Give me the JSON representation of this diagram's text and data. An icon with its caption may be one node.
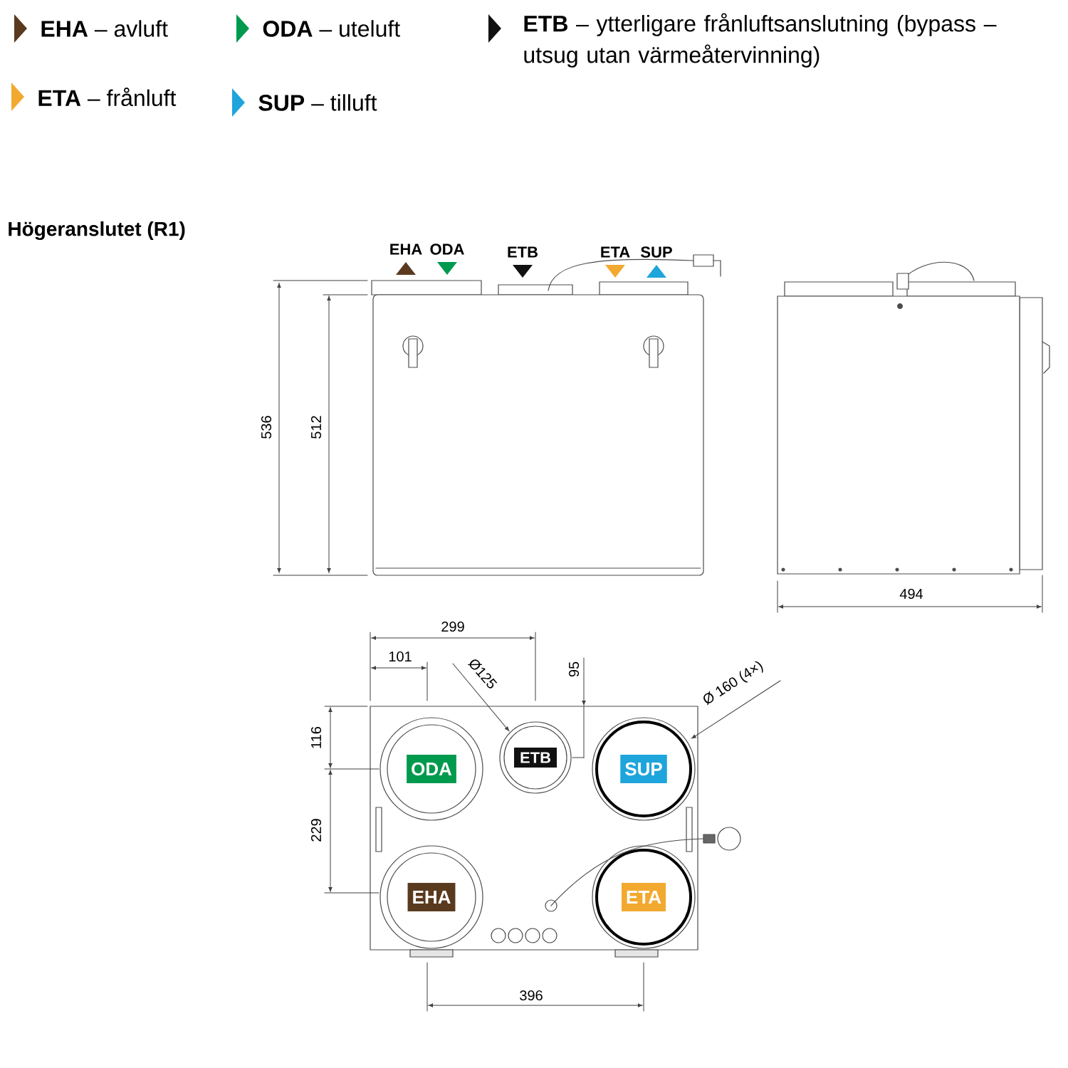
{
  "diagram": {
    "title": "Högeranslutet (R1)",
    "nodes": [
      {
        "text": [
          "ODA"
        ]
      },
      {
        "text": [
          "ETB"
        ]
      },
      {
        "text": [
          "SUP"
        ]
      },
      {
        "text": [
          "EHA"
        ]
      },
      {
        "text": [
          "ETA"
        ]
      }
    ],
    "labels": [
      "EHA",
      "ODA",
      "ETB",
      "ETA",
      "SUP",
      "536",
      "512",
      "494",
      "299",
      "101",
      "Ø125",
      "95",
      "Ø 160 (4×)",
      "116",
      "229",
      "396"
    ],
    "legend": [
      {
        "text": "**EHA** –  avluft",
        "color": "#5a3a1e"
      },
      {
        "text": "**ODA** – uteluft",
        "color": "#009a4e"
      },
      {
        "text": "**ETB** – ytterligare frånluftsanslutning (bypass – utsug utan värmeåtervinning)",
        "color": "#111111"
      },
      {
        "text": "**ETA** – frånluft",
        "color": "#f2a930"
      },
      {
        "text": "**SUP** – tilluft",
        "color": "#1ea5dc"
      }
    ]
  }
}
